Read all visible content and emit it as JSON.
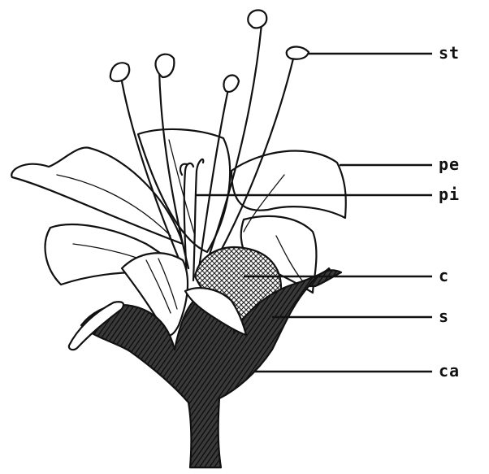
{
  "labels": {
    "st": "st",
    "pe": "pe",
    "pi": "pi",
    "c": "c",
    "s": "s",
    "ca": "ca"
  }
}
